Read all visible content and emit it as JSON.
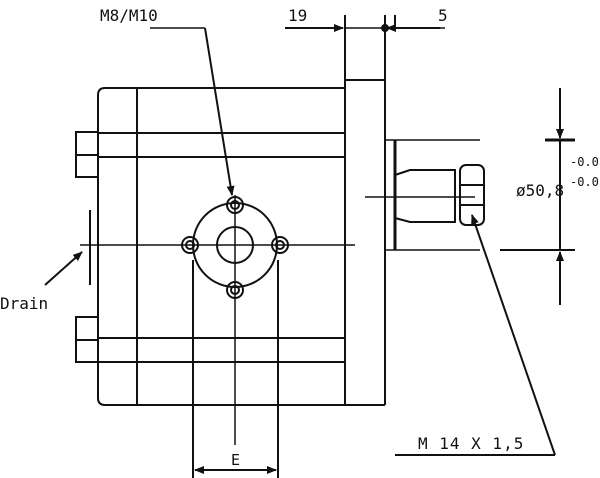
{
  "labels": {
    "thread_port": "M8/M10",
    "dim_19": "19",
    "dim_5": "5",
    "tol_upper": "-0.0",
    "tol_lower": "-0.0",
    "diameter": "ø50,8",
    "drain": "Drain",
    "thread_shaft": "M 14 X 1,5",
    "dim_e": "E"
  },
  "colors": {
    "line": "#111111",
    "background": "#ffffff"
  }
}
